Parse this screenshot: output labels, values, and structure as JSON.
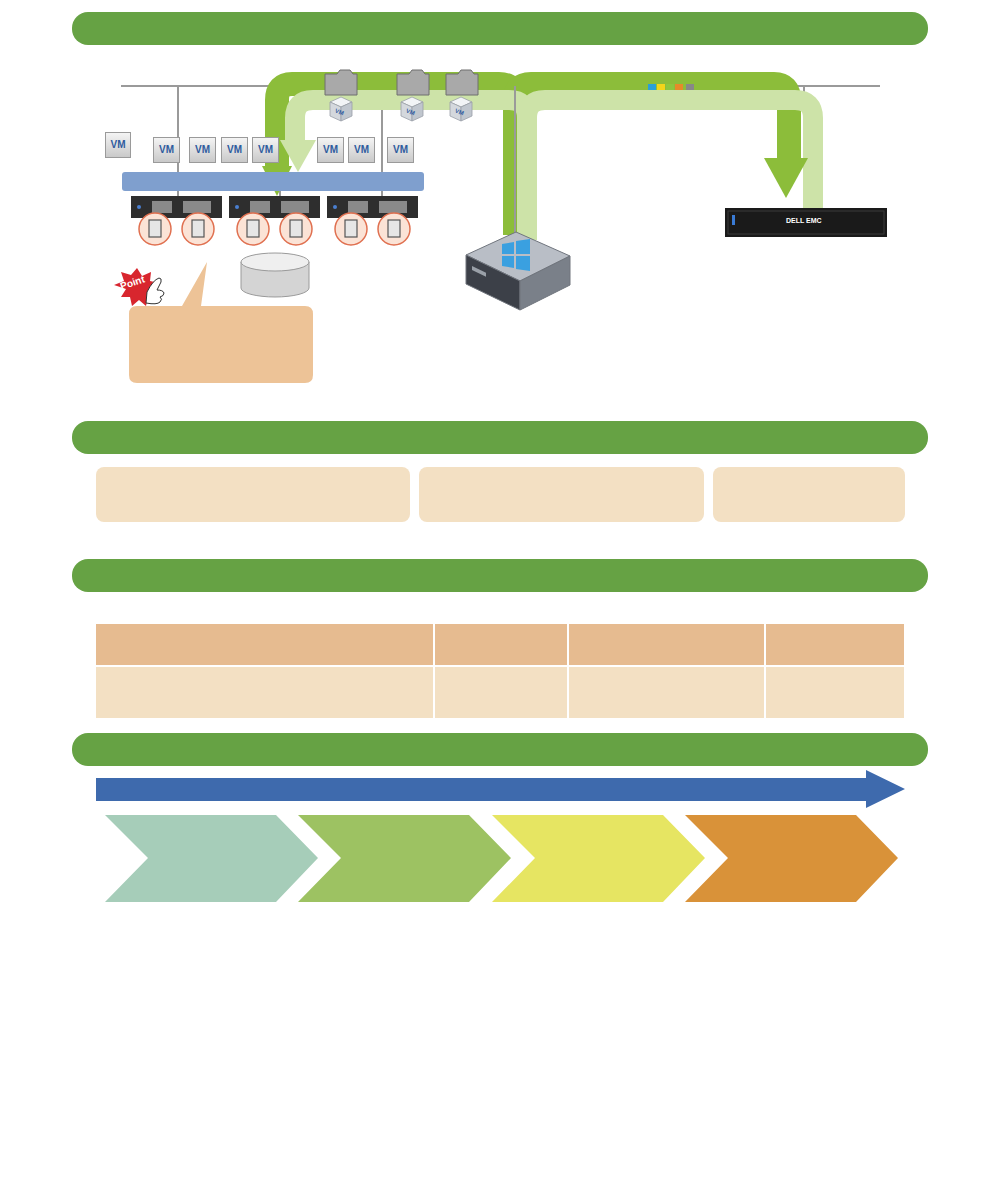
{
  "diagram": {
    "nodes": [
      {
        "text": [
          "VM"
        ]
      },
      {
        "text": [
          "VM"
        ]
      },
      {
        "text": [
          "VM"
        ]
      },
      {
        "text": [
          "VM"
        ]
      },
      {
        "text": [
          "VM"
        ]
      },
      {
        "text": [
          "VM"
        ]
      },
      {
        "text": [
          "VM"
        ]
      },
      {
        "text": [
          "VM"
        ]
      }
    ],
    "labels": [
      "Point",
      "VM",
      "VM",
      "VM",
      "DELL EMC"
    ]
  }
}
